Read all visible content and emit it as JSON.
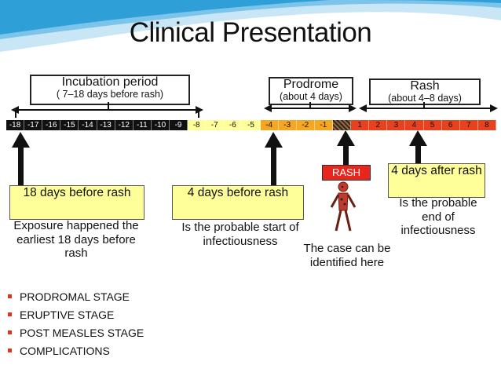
{
  "slide": {
    "title": "Clinical Presentation"
  },
  "timeline": {
    "cells": [
      {
        "label": "-18",
        "color": "#111111",
        "text": "#ffffff"
      },
      {
        "label": "-17",
        "color": "#111111",
        "text": "#ffffff"
      },
      {
        "label": "-16",
        "color": "#111111",
        "text": "#ffffff"
      },
      {
        "label": "-15",
        "color": "#111111",
        "text": "#ffffff"
      },
      {
        "label": "-14",
        "color": "#111111",
        "text": "#ffffff"
      },
      {
        "label": "-13",
        "color": "#111111",
        "text": "#ffffff"
      },
      {
        "label": "-12",
        "color": "#111111",
        "text": "#ffffff"
      },
      {
        "label": "-11",
        "color": "#111111",
        "text": "#ffffff"
      },
      {
        "label": "-10",
        "color": "#111111",
        "text": "#ffffff"
      },
      {
        "label": "-9",
        "color": "#111111",
        "text": "#ffffff"
      },
      {
        "label": "-8",
        "color": "#ffff99",
        "text": "#111111"
      },
      {
        "label": "-7",
        "color": "#ffff99",
        "text": "#111111"
      },
      {
        "label": "-6",
        "color": "#ffff99",
        "text": "#111111"
      },
      {
        "label": "-5",
        "color": "#ffff99",
        "text": "#111111"
      },
      {
        "label": "-4",
        "color": "#f5a623",
        "text": "#111111"
      },
      {
        "label": "-3",
        "color": "#f5a623",
        "text": "#111111"
      },
      {
        "label": "-2",
        "color": "#f5a623",
        "text": "#111111"
      },
      {
        "label": "-1",
        "color": "#f5a623",
        "text": "#111111"
      },
      {
        "label": "",
        "color": "#5a3a22",
        "text": "#ffffff",
        "hatch": true
      },
      {
        "label": "1",
        "color": "#e8411e",
        "text": "#111111"
      },
      {
        "label": "2",
        "color": "#e8411e",
        "text": "#111111"
      },
      {
        "label": "3",
        "color": "#e8411e",
        "text": "#111111"
      },
      {
        "label": "4",
        "color": "#e8411e",
        "text": "#111111"
      },
      {
        "label": "5",
        "color": "#e8411e",
        "text": "#111111"
      },
      {
        "label": "6",
        "color": "#e8411e",
        "text": "#111111"
      },
      {
        "label": "7",
        "color": "#e8411e",
        "text": "#111111"
      },
      {
        "label": "8",
        "color": "#e8411e",
        "text": "#111111"
      }
    ]
  },
  "periods": {
    "incubation": {
      "title": "Incubation period",
      "sub": "( 7–18 days before rash)"
    },
    "prodrome": {
      "title": "Prodrome",
      "sub": "(about 4 days)"
    },
    "rash": {
      "title": "Rash",
      "sub": "(about 4–8 days)"
    }
  },
  "callouts": {
    "exposure": {
      "box": "18 days before rash",
      "note": "Exposure happened the earliest 18 days before rash"
    },
    "infectious_start": {
      "box": "4 days before rash",
      "note": "Is the probable start of infectiousness"
    },
    "rash_label": "RASH",
    "identified_note": "The case can be identified here",
    "infectious_end": {
      "box": "4 days after rash",
      "note": "Is the probable end of infectiousness"
    }
  },
  "bullets": [
    "PRODROMAL STAGE",
    "ERUPTIVE STAGE",
    "POST MEASLES STAGE",
    "COMPLICATIONS"
  ],
  "colors": {
    "accent": "#d9381e",
    "swoosh": "#2f9fd8",
    "callout_fill": "#ffff99",
    "rash_red": "#e8261e"
  }
}
